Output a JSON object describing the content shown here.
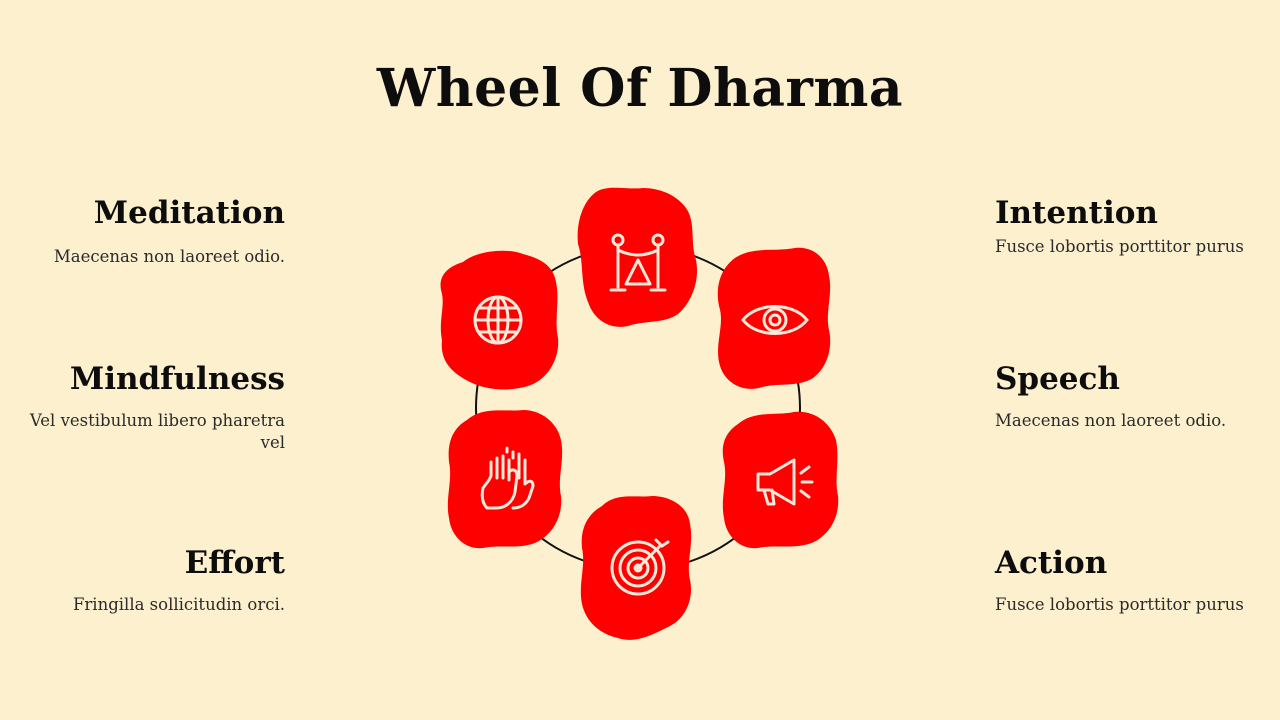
{
  "title": "Wheel Of Dharma",
  "left_items": [
    {
      "heading": "Meditation",
      "description": "Maecenas non laoreet odio."
    },
    {
      "heading": "Mindfulness",
      "description": "Vel vestibulum libero pharetra vel"
    },
    {
      "heading": "Effort",
      "description": "Fringilla sollicitudin orci."
    }
  ],
  "right_items": [
    {
      "heading": "Intention",
      "description": "Fusce lobortis porttitor purus"
    },
    {
      "heading": "Speech",
      "description": "Maecenas non laoreet odio."
    },
    {
      "heading": "Action",
      "description": "Fusce lobortis porttitor purus"
    }
  ],
  "wheel": {
    "colors": {
      "blob": "#ff0000",
      "icon": "#fde9d9",
      "ring": "#111111",
      "background": "#fdf0cf"
    },
    "icons": [
      "globe-icon",
      "rope-barrier-icon",
      "eye-icon",
      "megaphone-icon",
      "target-icon",
      "raised-hands-icon"
    ]
  }
}
